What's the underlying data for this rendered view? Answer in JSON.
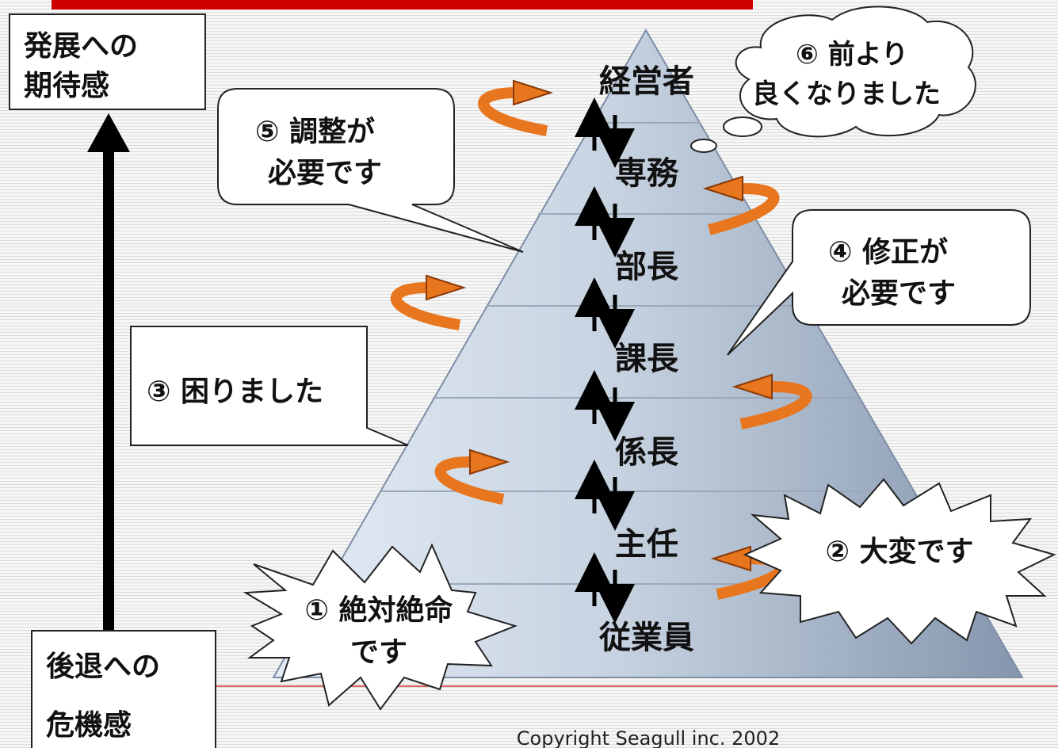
{
  "top_label": [
    "発展への",
    "期待感"
  ],
  "bottom_label": [
    "後退への",
    "危機感"
  ],
  "tiers": [
    "経営者",
    "専務",
    "部長",
    "課長",
    "係長",
    "主任",
    "従業員"
  ],
  "callouts": {
    "c1": [
      "① 絶対絶命",
      "です"
    ],
    "c2": [
      "② 大変です"
    ],
    "c3": [
      "③ 困りました"
    ],
    "c4": [
      "④ 修正が",
      "必要です"
    ],
    "c5": [
      "⑤ 調整が",
      "必要です"
    ],
    "c6": [
      "⑥ 前より",
      "良くなりました"
    ]
  },
  "copyright": "Copyright Seagull inc. 2002",
  "colors": {
    "red_bar": "#cc0000",
    "orange_arrow": "#e8761e",
    "pyramid_light": "#cdd9e8",
    "pyramid_dark": "#8a9cb2"
  }
}
